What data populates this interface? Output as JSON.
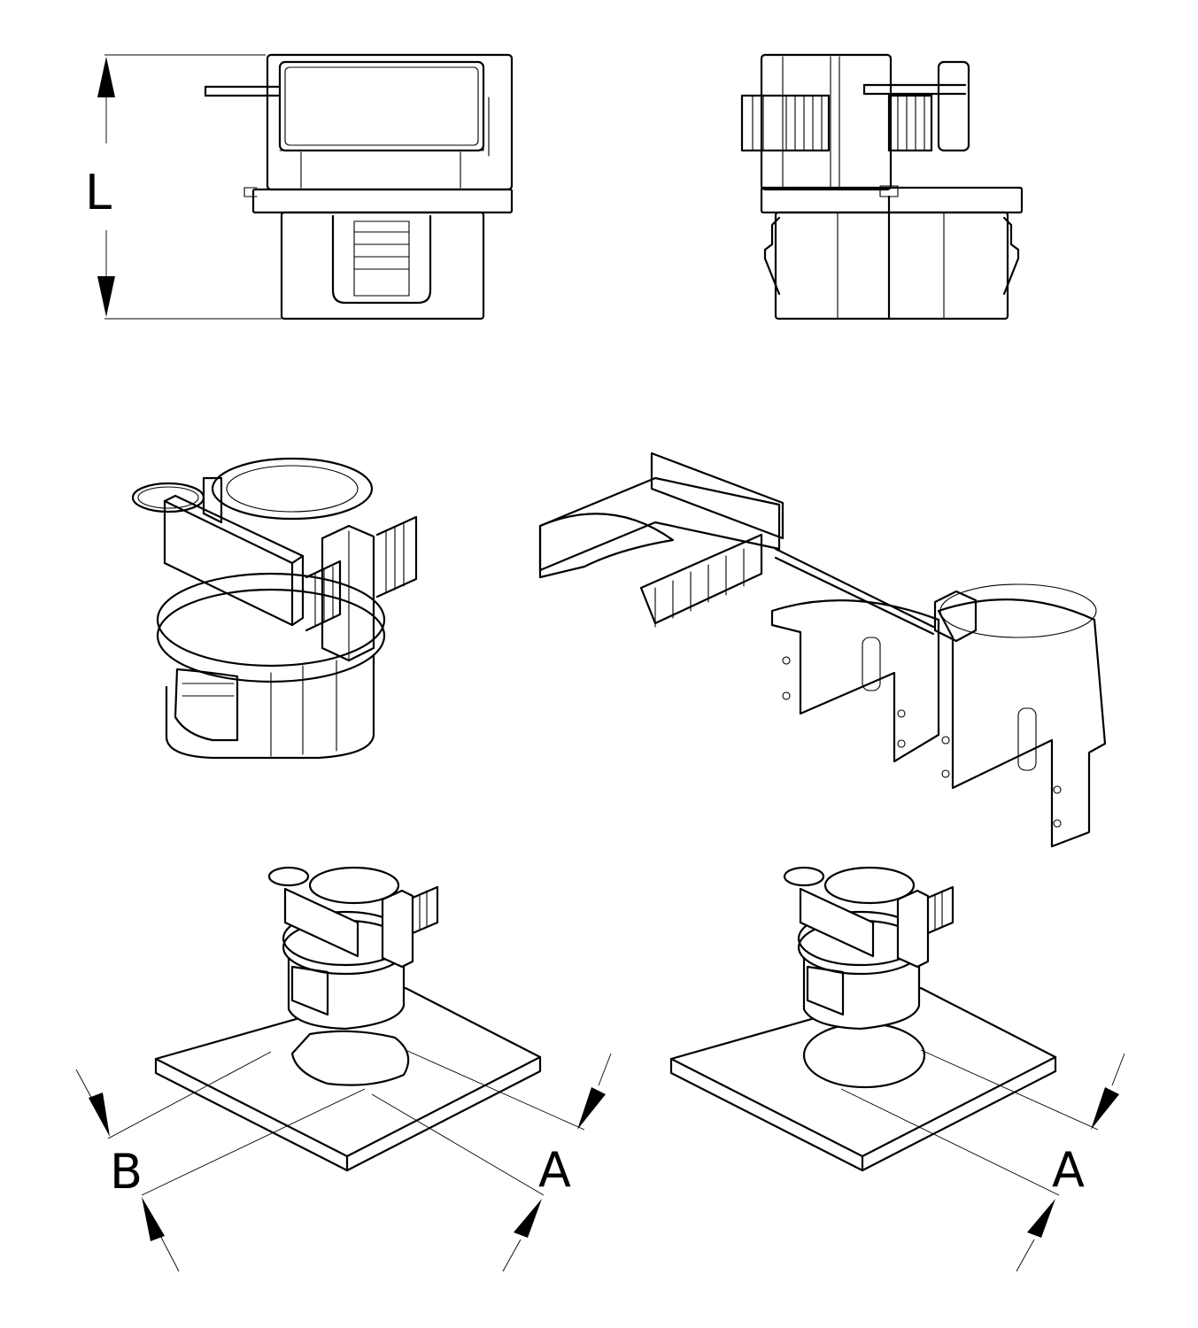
{
  "dimension_labels": {
    "length": "L",
    "width": "B",
    "diameter_left": "A",
    "diameter_right": "A"
  },
  "colors": {
    "line": "#000000",
    "background": "#ffffff"
  }
}
